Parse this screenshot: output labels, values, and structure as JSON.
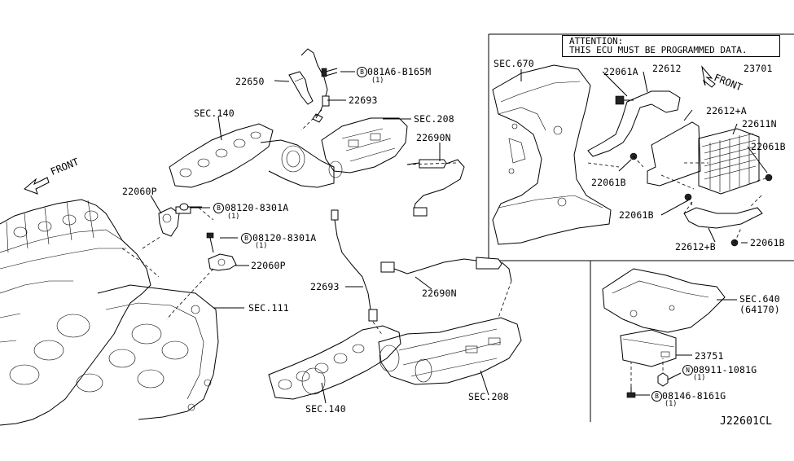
{
  "attention": {
    "line1": "ATTENTION:",
    "line2": "THIS ECU MUST BE PROGRAMMED DATA."
  },
  "fronts": {
    "left": "FRONT",
    "right": "FRONT"
  },
  "labels": {
    "p22650": "22650",
    "p081a6": "081A6-B165M",
    "p081a6_qty": "(1)",
    "p081a6_mark": "B",
    "p22693_top": "22693",
    "sec140_top": "SEC.140",
    "sec208_top": "SEC.208",
    "p22690n_top": "22690N",
    "p22060p_top": "22060P",
    "p08120_top": "08120-8301A",
    "p08120_top_qty": "(1)",
    "p08120_top_mark": "B",
    "p08120_mid": "08120-8301A",
    "p08120_mid_qty": "(1)",
    "p08120_mid_mark": "B",
    "p22060p_mid": "22060P",
    "sec111": "SEC.111",
    "p22693_mid": "22693",
    "p22690n_mid": "22690N",
    "sec140_bot": "SEC.140",
    "sec208_bot": "SEC.208",
    "sec670": "SEC.670",
    "p22061a": "22061A",
    "p22612": "22612",
    "p23701": "23701",
    "p22612a": "22612+A",
    "p22611n": "22611N",
    "p22061b_1": "22061B",
    "p22061b_2": "22061B",
    "p22061b_3": "22061B",
    "p22061b_4": "22061B",
    "p22612b": "22612+B",
    "sec640": "SEC.640",
    "sec640_sub": "(64170)",
    "p23751": "23751",
    "p08911": "08911-1081G",
    "p08911_qty": "(1)",
    "p08911_mark": "N",
    "p08146": "08146-8161G",
    "p08146_qty": "(1)",
    "p08146_mark": "B",
    "diagram_code": "J22601CL"
  }
}
